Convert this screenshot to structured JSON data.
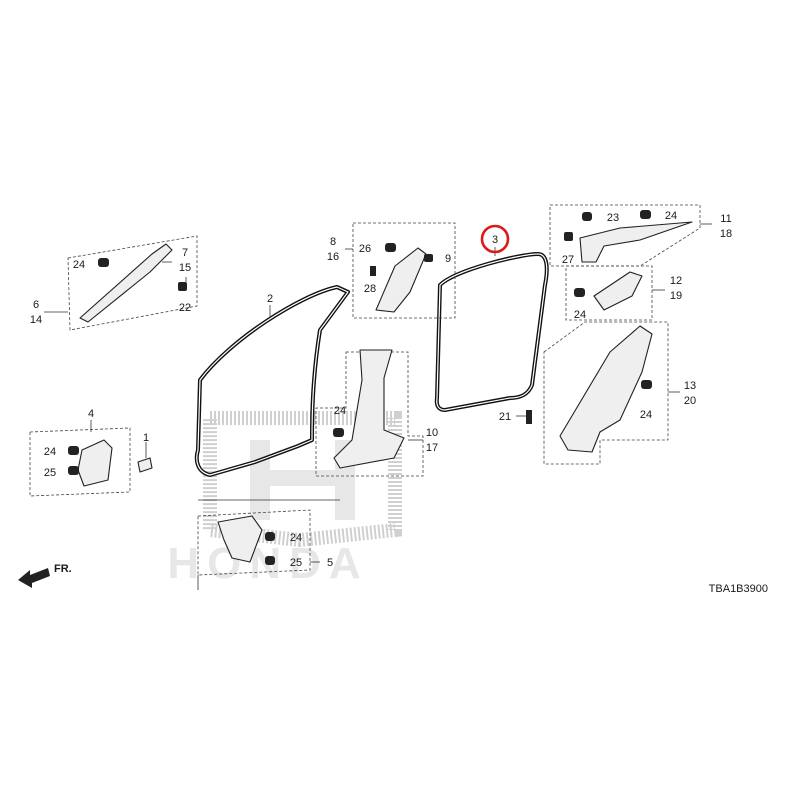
{
  "watermark": {
    "text": "HONDA",
    "logo": "honda-h-logo"
  },
  "diagram_code": "TBA1B3900",
  "direction": {
    "label": "FR.",
    "icon": "front-arrow-icon"
  },
  "highlight": {
    "part": "3",
    "color": "#d91a1a"
  },
  "callouts": {
    "p1": "1",
    "p2": "2",
    "p3": "3",
    "p4": "4",
    "p5": "5",
    "p6": "6",
    "p14": "14",
    "p7": "7",
    "p15": "15",
    "p8": "8",
    "p16": "16",
    "p9": "9",
    "p10": "10",
    "p17": "17",
    "p11": "11",
    "p18": "18",
    "p12": "12",
    "p19": "19",
    "p13": "13",
    "p20": "20",
    "p21": "21",
    "p22": "22",
    "p23": "23",
    "p24": "24",
    "p25": "25",
    "p26": "26",
    "p27": "27",
    "p28": "28"
  }
}
